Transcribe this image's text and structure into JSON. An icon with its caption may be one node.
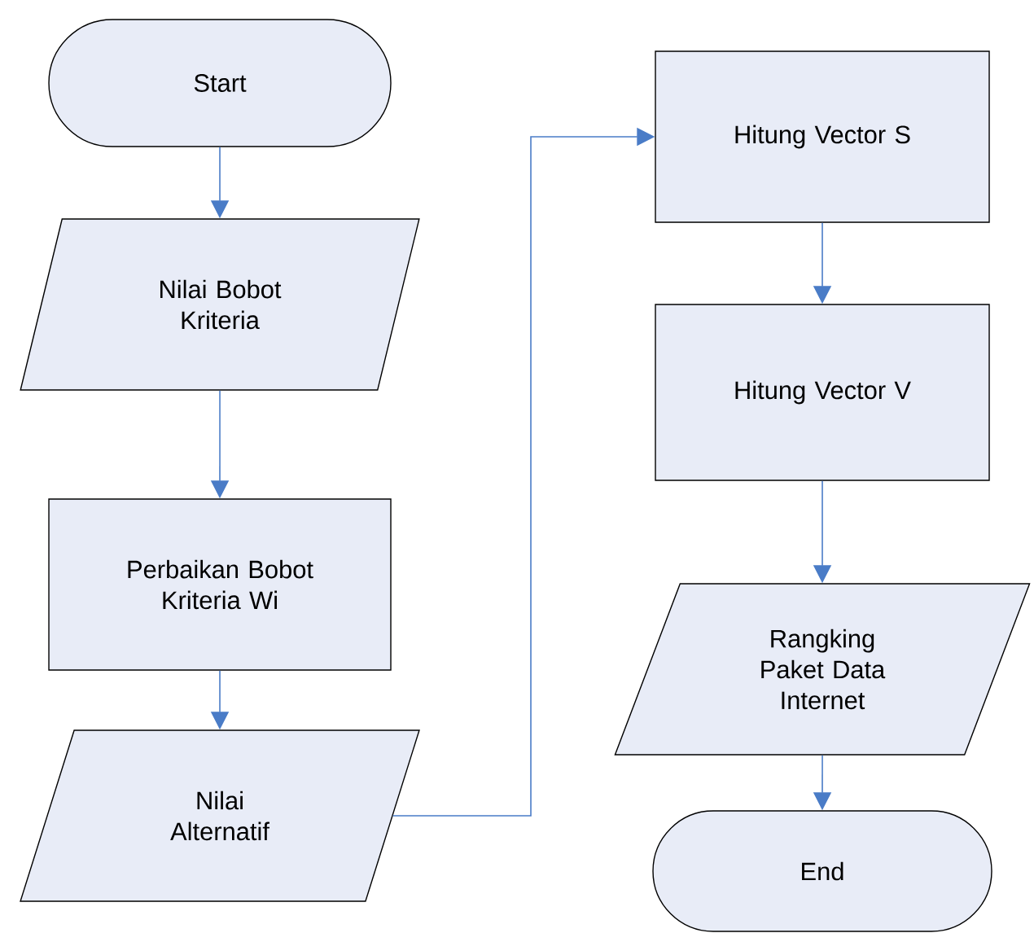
{
  "diagram": {
    "nodes": [
      {
        "text": [
          "Start"
        ]
      },
      {
        "text": [
          "Nilai Bobot Kriteria"
        ]
      },
      {
        "text": [
          "Perbaikan Bobot Kriteria Wi"
        ]
      },
      {
        "text": [
          "Nilai Alternatif"
        ]
      },
      {
        "text": [
          "Hitung Vector S"
        ]
      },
      {
        "text": [
          "Hitung Vector V"
        ]
      },
      {
        "text": [
          "Rangking Paket Data Internet"
        ]
      },
      {
        "text": [
          "End"
        ]
      }
    ],
    "edges": [
      {
        "from": 0,
        "to": 1,
        "arrow": "to"
      },
      {
        "from": 1,
        "to": 2,
        "arrow": "to"
      },
      {
        "from": 2,
        "to": 3,
        "arrow": "to"
      },
      {
        "from": 3,
        "to": 4,
        "arrow": "to"
      },
      {
        "from": 4,
        "to": 5,
        "arrow": "to"
      },
      {
        "from": 5,
        "to": 6,
        "arrow": "to"
      },
      {
        "from": 6,
        "to": 7,
        "arrow": "to"
      }
    ]
  }
}
